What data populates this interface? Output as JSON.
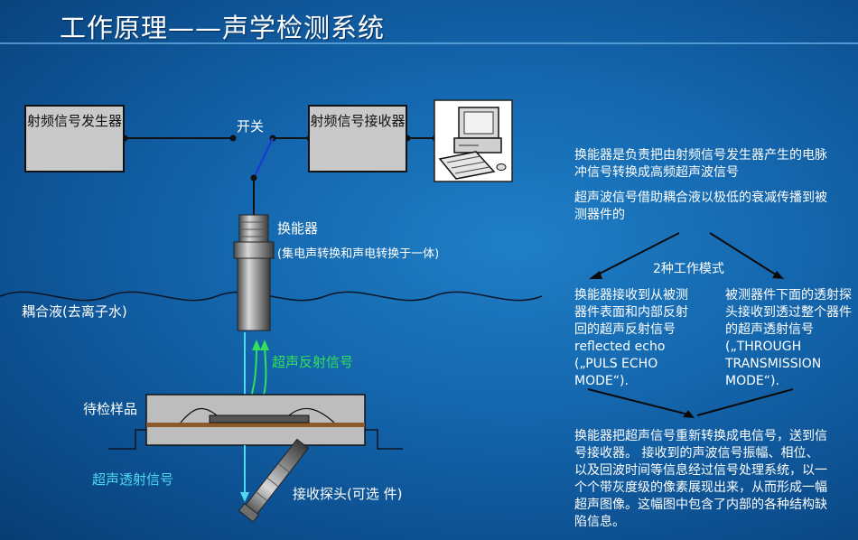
{
  "title": "工作原理——声学检测系统",
  "blocks": {
    "generator": "射频信号发生器",
    "switch": "开关",
    "receiver": "射频信号接收器"
  },
  "labels": {
    "transducer": "换能器",
    "transducer_note": "(集电声转换和声电转换于一体)",
    "couplant": "耦合液(去离子水)",
    "reflected": "超声反射信号",
    "sample": "待检样品",
    "transmitted": "超声透射信号",
    "probe": "接收探头(可选 件)"
  },
  "right": {
    "p1": "换能器是负责把由射频信号发生器产生的电脉冲信号转换成高频超声波信号",
    "p2": "超声波信号借助耦合液以极低的衰减传播到被测器件的",
    "modes_title": "2种工作模式",
    "mode_echo": "换能器接收到从被测器件表面和内部反射回的超声反射信号reflected echo („PULS ECHO MODE“).",
    "mode_through": "被测器件下面的透射探头接收到透过整个器件的超声透射信号(„THROUGH TRANSMISSION MODE“).",
    "p3": "换能器把超声信号重新转换成电信号，送到信号接收器。 接收到的声波信号振幅、相位、以及回波时间等信息经过信号处理系统，以一个个带灰度级的像素展现出来，从而形成一幅超声图像。这幅图中包含了内部的各种结构缺陷信息。"
  },
  "colors": {
    "green": "#33e05a",
    "cyan": "#4fd8f2",
    "box_fill": "#c9c9c9"
  }
}
